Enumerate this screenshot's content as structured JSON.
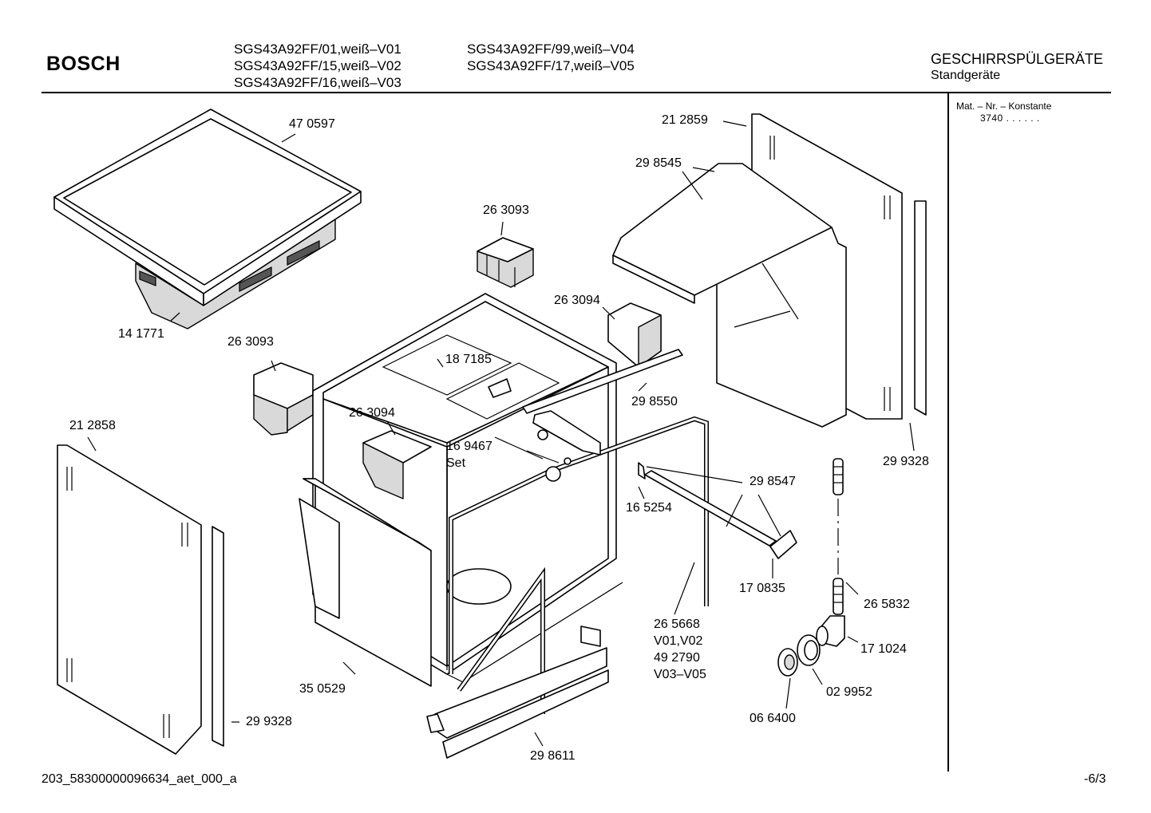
{
  "header": {
    "brand": "BOSCH",
    "models_col1": [
      "SGS43A92FF/01,weiß–V01",
      "SGS43A92FF/15,weiß–V02",
      "SGS43A92FF/16,weiß–V03"
    ],
    "models_col2": [
      "SGS43A92FF/99,weiß–V04",
      "SGS43A92FF/17,weiß–V05"
    ],
    "category": "GESCHIRRSPÜLGERÄTE",
    "subcategory": "Standgeräte"
  },
  "side_panel": {
    "label": "Mat. – Nr. – Konstante",
    "value": "3740  .  .  .  .  .  ."
  },
  "parts": [
    {
      "id": "p470597",
      "text": "47 0597"
    },
    {
      "id": "p141771",
      "text": "14 1771"
    },
    {
      "id": "p263093a",
      "text": "26 3093"
    },
    {
      "id": "p263093b",
      "text": "26 3093"
    },
    {
      "id": "p263094a",
      "text": "26 3094"
    },
    {
      "id": "p263094b",
      "text": "26 3094"
    },
    {
      "id": "p187185",
      "text": "18 7185"
    },
    {
      "id": "p212859",
      "text": "21 2859"
    },
    {
      "id": "p298545",
      "text": "29 8545"
    },
    {
      "id": "p298550",
      "text": "29 8550"
    },
    {
      "id": "p212858",
      "text": "21 2858"
    },
    {
      "id": "p169467",
      "text": "16 9467"
    },
    {
      "id": "pset",
      "text": "Set"
    },
    {
      "id": "p299328a",
      "text": "29 9328"
    },
    {
      "id": "p299328b",
      "text": "29 9328"
    },
    {
      "id": "p298547",
      "text": "29 8547"
    },
    {
      "id": "p165254",
      "text": "16 5254"
    },
    {
      "id": "p170835",
      "text": "17 0835"
    },
    {
      "id": "p265668",
      "text": "26 5668"
    },
    {
      "id": "pv0102",
      "text": "V01,V02"
    },
    {
      "id": "p492790",
      "text": "49 2790"
    },
    {
      "id": "pv0305",
      "text": "V03–V05"
    },
    {
      "id": "p265832",
      "text": "26 5832"
    },
    {
      "id": "p171024",
      "text": "17 1024"
    },
    {
      "id": "p029952",
      "text": "02 9952"
    },
    {
      "id": "p066400",
      "text": "06 6400"
    },
    {
      "id": "p350529",
      "text": "35 0529"
    },
    {
      "id": "p298611",
      "text": "29 8611"
    }
  ],
  "footer": {
    "doc_id": "203_58300000096634_aet_000_a",
    "page": "-6/3"
  }
}
